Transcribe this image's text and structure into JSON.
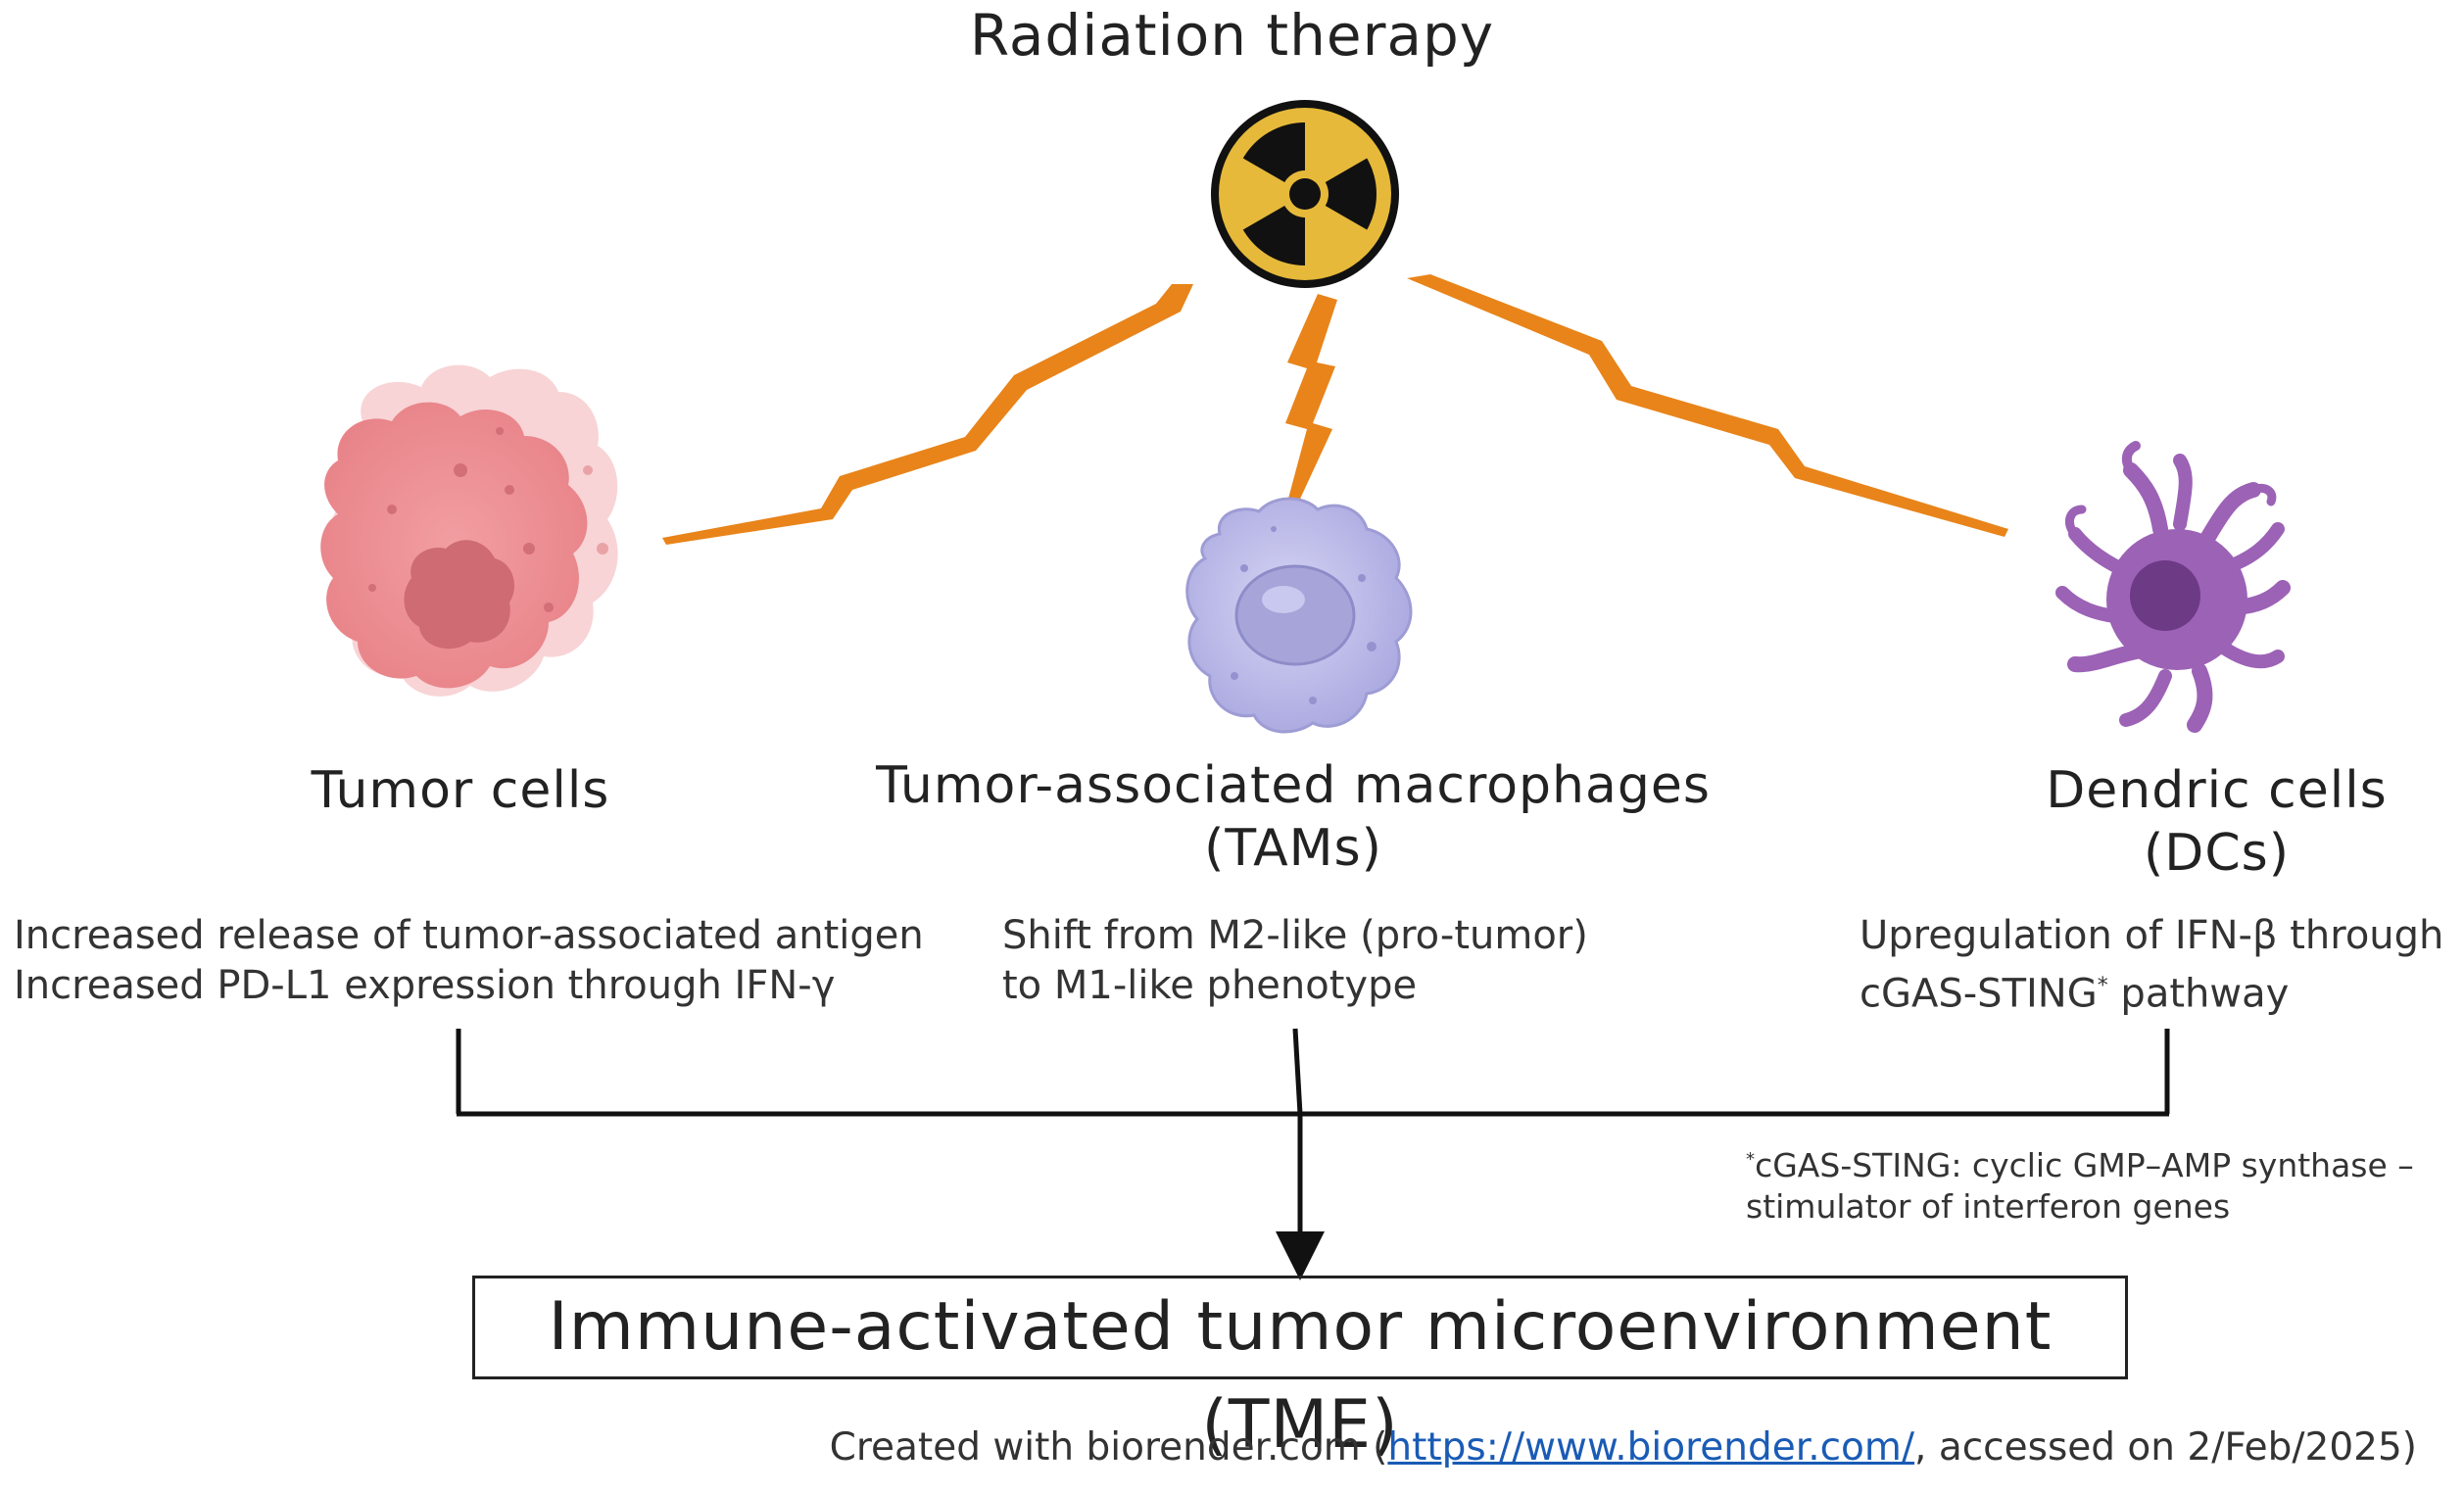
{
  "title": "Radiation therapy",
  "icons": {
    "radiation": "radiation-hazard-icon",
    "tumor_cell": "tumor-cell-icon",
    "macrophage": "macrophage-icon",
    "dendritic_cell": "dendritic-cell-icon",
    "bolt": "lightning-bolt-icon"
  },
  "colors": {
    "bolt": "#E8841A",
    "radiation_yellow": "#E6B93A",
    "tumor": "#E88A8E",
    "macrophage": "#B9B8E6",
    "dendritic": "#9C62B6"
  },
  "cells": [
    {
      "label": "Tumor cells",
      "effects": [
        "Increased release of tumor-associated antigen",
        "Increased PD-L1 expression through IFN-γ"
      ]
    },
    {
      "label_line1": "Tumor-associated macrophages",
      "label_line2": "(TAMs)",
      "effects": [
        "Shift from M2-like (pro-tumor)",
        "to M1-like phenotype"
      ]
    },
    {
      "label": "Dendric cells (DCs)",
      "effects_line1": "Upregulation of IFN-β  through",
      "effects_line2_prefix": "cGAS-STING",
      "effects_line2_mark": "*",
      "effects_line2_suffix": " pathway"
    }
  ],
  "footnote": {
    "mark": "*",
    "line1": "cGAS-STING: cyclic GMP–AMP synthase –",
    "line2": "stimulator of interferon genes"
  },
  "result": "Immune-activated tumor microenvironment (TME)",
  "credit": {
    "prefix": "Created with biorender.com (",
    "link": "https://www.biorender.com/",
    "suffix": ", accessed on 2/Feb/2025)"
  }
}
